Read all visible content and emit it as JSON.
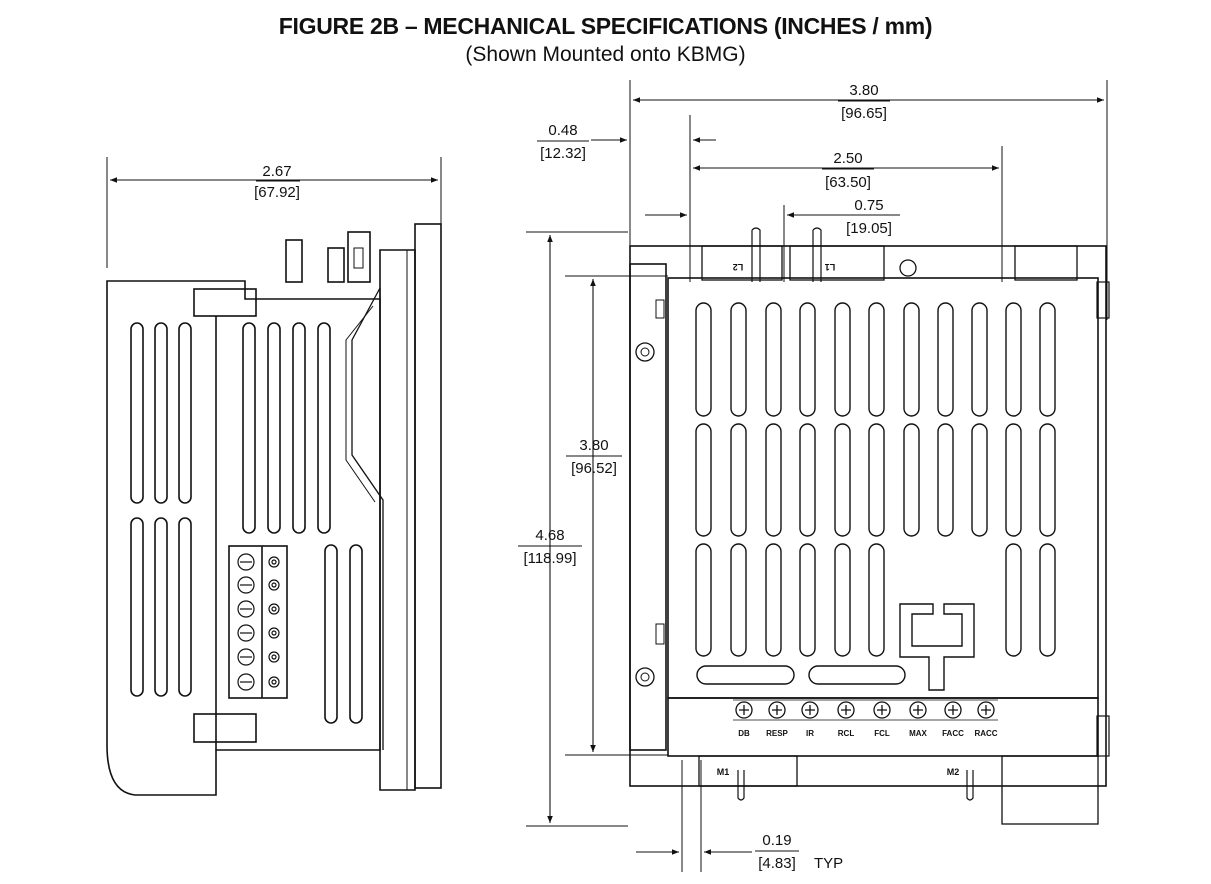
{
  "figure": {
    "title": "FIGURE 2B – MECHANICAL SPECIFICATIONS (INCHES / mm)",
    "subtitle": "(Shown Mounted onto KBMG)"
  },
  "side_view": {
    "width_in": "2.67",
    "width_mm": "[67.92]"
  },
  "front_view": {
    "overall_width_in": "3.80",
    "overall_width_mm": "[96.65]",
    "left_offset_in": "0.48",
    "left_offset_mm": "[12.32]",
    "mount_spacing_in": "2.50",
    "mount_spacing_mm": "[63.50]",
    "terminal_offset_in": "0.75",
    "terminal_offset_mm": "[19.05]",
    "board_height_in": "3.80",
    "board_height_mm": "[96.52]",
    "overall_height_in": "4.68",
    "overall_height_mm": "[118.99]",
    "bottom_dim_in": "0.19",
    "bottom_dim_mm": "[4.83]",
    "bottom_dim_note": "TYP",
    "trimpot_labels": [
      "DB",
      "RESP",
      "IR",
      "RCL",
      "FCL",
      "MAX",
      "FACC",
      "RACC"
    ],
    "terminal_labels": {
      "l2": "L2",
      "l1": "L1",
      "m1": "M1",
      "m2": "M2"
    }
  }
}
